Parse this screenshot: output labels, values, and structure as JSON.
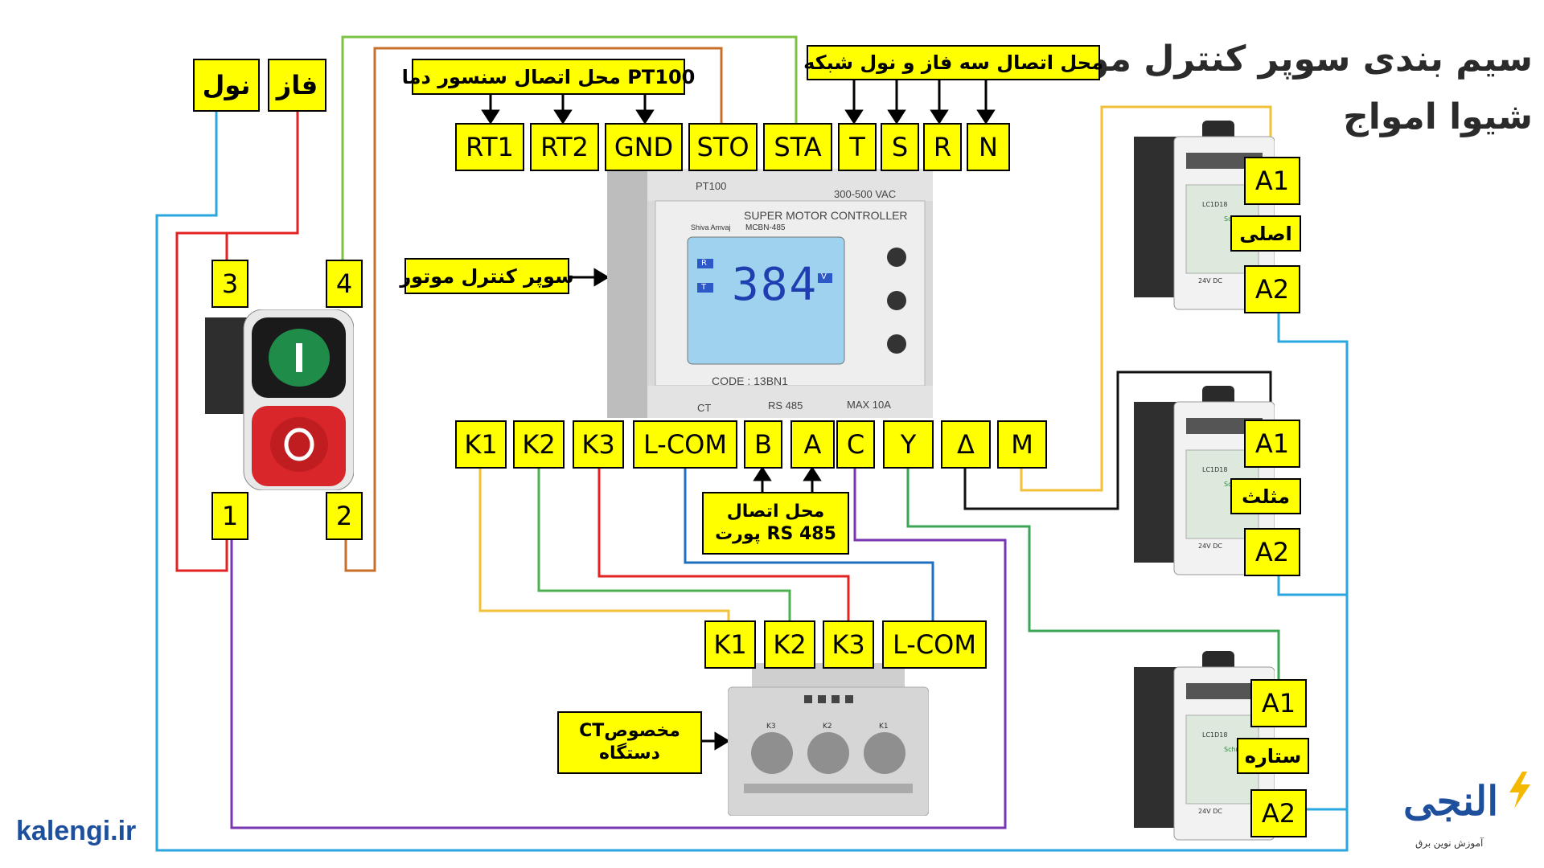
{
  "title": {
    "line1": "سیم بندی سوپر کنترل موتور",
    "line2": "شیوا امواج"
  },
  "top_terminals": [
    "RT1",
    "RT2",
    "GND",
    "STO",
    "STA",
    "T",
    "S",
    "R",
    "N"
  ],
  "bottom_terminals": [
    "K1",
    "K2",
    "K3",
    "L-COM",
    "B",
    "A",
    "C",
    "Y",
    "Δ",
    "M"
  ],
  "ct_terminals": [
    "K1",
    "K2",
    "K3",
    "L-COM"
  ],
  "labels": {
    "pt100": "محل اتصال سنسور دما PT100",
    "supply": "محل اتصال سه فاز و نول شبکه",
    "controller": "سوپر کنترل موتور",
    "rs485_line1": "محل اتصال",
    "rs485_line2": "پورت RS 485",
    "ct_line1": "CTمخصوص",
    "ct_line2": "دستگاه",
    "phase": "فاز",
    "neutral": "نول"
  },
  "button_terminals": [
    "3",
    "4",
    "1",
    "2"
  ],
  "contactors": [
    {
      "a1": "A1",
      "name": "اصلی",
      "a2": "A2"
    },
    {
      "a1": "A1",
      "name": "مثلث",
      "a2": "A2"
    },
    {
      "a1": "A1",
      "name": "ستاره",
      "a2": "A2"
    }
  ],
  "device": {
    "top_left": "PT100",
    "top_right": "300-500 VAC",
    "header": "SUPER MOTOR CONTROLLER",
    "brand": "Shiva Amvaj",
    "model": "MCBN-485",
    "display_value": "384",
    "display_unit": "V",
    "indicator_r": "R",
    "indicator_t": "T",
    "code": "CODE : 13BN1",
    "bottom_ct": "CT",
    "bottom_rs": "RS 485",
    "bottom_max": "MAX 10A"
  },
  "ct_unit_labels": [
    "K3",
    "K2",
    "K1"
  ],
  "contactor_model": "LC1D18",
  "contactor_coil": "24V DC",
  "contactor_brand": "Schneider",
  "footer": {
    "site": "kalengi.ir",
    "logo": "النجی",
    "tagline": "آموزش نوین برق"
  },
  "colors": {
    "label_fill": "#ffff00",
    "red": "#e32222",
    "blue": "#2aa7e0",
    "purple": "#7a35b0",
    "orange": "#c8702a",
    "green": "#7cc242",
    "yellow": "#f0c23a",
    "logo_blue": "#1e4f9c",
    "logo_yellow": "#f5b800"
  }
}
